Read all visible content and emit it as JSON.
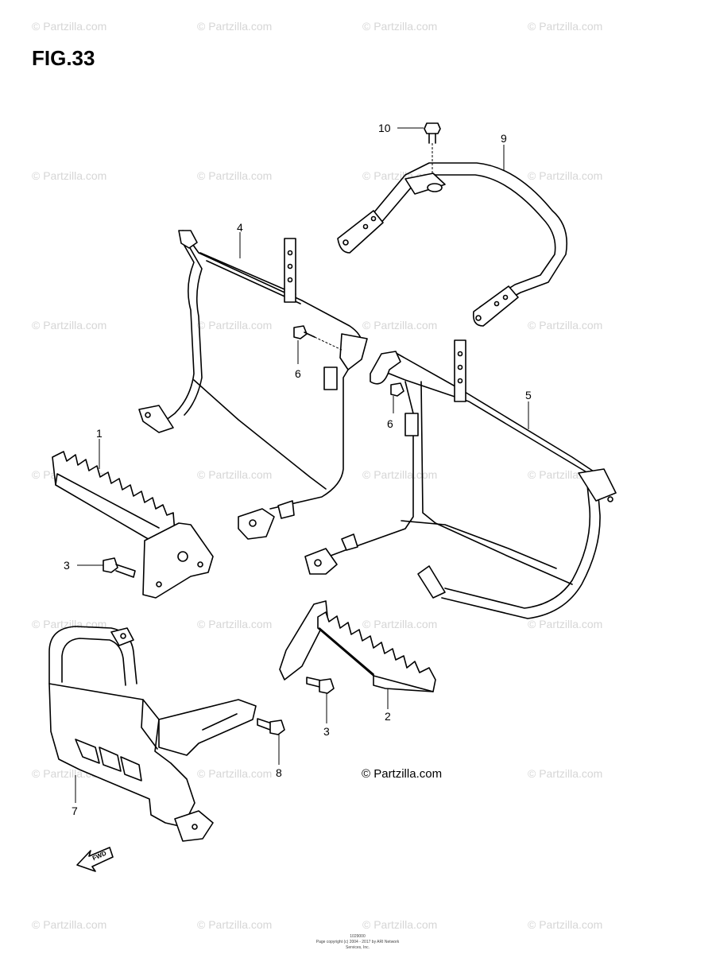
{
  "figure": {
    "title": "FIG.33",
    "copyright": "© Partzilla.com",
    "footer_code": "1029000",
    "footer_line": "Page copyright (c) 2004 - 2017 by ARI Network Services, Inc.",
    "fwd_label": "FWD"
  },
  "watermark_text": "© Partzilla.com",
  "parts": [
    {
      "id": "p1",
      "number": "1",
      "name": "footrest-left"
    },
    {
      "id": "p2",
      "number": "2",
      "name": "footrest-right"
    },
    {
      "id": "p3a",
      "number": "3",
      "name": "bolt"
    },
    {
      "id": "p3b",
      "number": "3",
      "name": "bolt"
    },
    {
      "id": "p4",
      "number": "4",
      "name": "guard-left"
    },
    {
      "id": "p5",
      "number": "5",
      "name": "guard-right"
    },
    {
      "id": "p6a",
      "number": "6",
      "name": "bolt"
    },
    {
      "id": "p6b",
      "number": "6",
      "name": "bolt"
    },
    {
      "id": "p7",
      "number": "7",
      "name": "front-guard"
    },
    {
      "id": "p8",
      "number": "8",
      "name": "bolt"
    },
    {
      "id": "p9",
      "number": "9",
      "name": "rear-bar"
    },
    {
      "id": "p10",
      "number": "10",
      "name": "bolt"
    }
  ]
}
